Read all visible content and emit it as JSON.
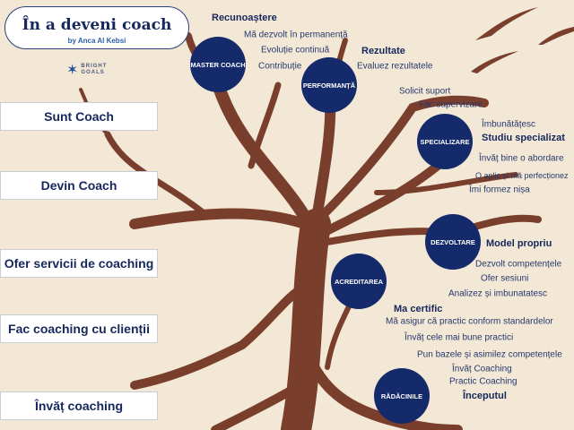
{
  "title": "În a deveni coach",
  "subtitle": "by Anca Al Kebsi",
  "logo": {
    "line1": "BRIGHT",
    "line2": "GOALS"
  },
  "levels": [
    "Sunt Coach",
    "Devin Coach",
    "Ofer servicii de coaching",
    "Fac coaching cu clienții",
    "Învăț coaching"
  ],
  "stages": [
    "MASTER COACH",
    "PERFORMANȚĂ",
    "SPECIALIZARE",
    "DEZVOLTARE",
    "ACREDITAREA",
    "RĂDĂCINILE"
  ],
  "notes": [
    {
      "text": "Recunoaștere",
      "bold": true
    },
    {
      "text": "Mă dezvolt în permanență"
    },
    {
      "text": "Evoluție continuă"
    },
    {
      "text": "Contribuție"
    },
    {
      "text": "Rezultate",
      "bold": true
    },
    {
      "text": "Evaluez rezultatele"
    },
    {
      "text": "Solicit suport"
    },
    {
      "text": "Fac supervizare"
    },
    {
      "text": "Îmbunătățesc"
    },
    {
      "text": "Studiu specializat",
      "bold": true
    },
    {
      "text": "Învăț bine o abordare"
    },
    {
      "text": "O aplic și mă perfecționez"
    },
    {
      "text": "Îmi formez nișa"
    },
    {
      "text": "Model propriu",
      "bold": true
    },
    {
      "text": "Dezvolt competențele"
    },
    {
      "text": "Ofer sesiuni"
    },
    {
      "text": "Analizez și imbunatatesc"
    },
    {
      "text": "Ma certific",
      "bold": true
    },
    {
      "text": "Mă asigur că practic conform standardelor"
    },
    {
      "text": "Învăț cele mai bune practici"
    },
    {
      "text": "Pun bazele și asimilez competențele"
    },
    {
      "text": "Învăț Coaching"
    },
    {
      "text": "Practic Coaching"
    },
    {
      "text": "Începutul",
      "bold": true
    }
  ],
  "colors": {
    "navy": "#142a6b",
    "bark": "#7a3f2c",
    "background": "#f3e8d6"
  }
}
